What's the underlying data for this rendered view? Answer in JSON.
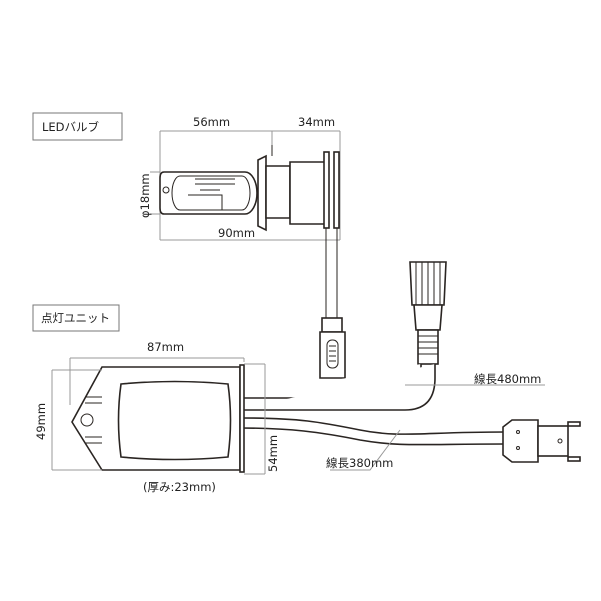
{
  "sections": {
    "bulb_title": "LEDバルブ",
    "unit_title": "点灯ユニット"
  },
  "bulb_dimensions": {
    "front_length": "56mm",
    "base_length": "34mm",
    "total_length": "90mm",
    "diameter": "φ18mm"
  },
  "unit_dimensions": {
    "width": "87mm",
    "height": "49mm",
    "depth": "54mm",
    "thickness": "(厚み:23mm)"
  },
  "cables": {
    "long": "線長480mm",
    "short": "線長380mm"
  }
}
